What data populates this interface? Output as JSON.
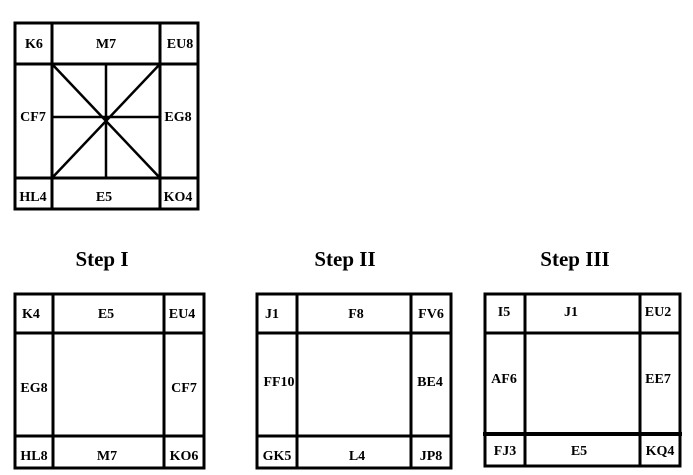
{
  "puzzle": {
    "initial": {
      "cells": {
        "top_left": "K6",
        "top_middle": "M7",
        "top_right": "EU8",
        "middle_left": "CF7",
        "middle_right": "EG8",
        "bottom_left": "HL4",
        "bottom_middle": "E5",
        "bottom_right": "KO4"
      }
    },
    "steps": [
      {
        "title": "Step I",
        "cells": {
          "top_left": "K4",
          "top_middle": "E5",
          "top_right": "EU4",
          "middle_left": "EG8",
          "middle_right": "CF7",
          "bottom_left": "HL8",
          "bottom_middle": "M7",
          "bottom_right": "KO6"
        }
      },
      {
        "title": "Step II",
        "cells": {
          "top_left": "J1",
          "top_middle": "F8",
          "top_right": "FV6",
          "middle_left": "FF10",
          "middle_right": "BE4",
          "bottom_left": "GK5",
          "bottom_middle": "L4",
          "bottom_right": "JP8"
        }
      },
      {
        "title": "Step III",
        "cells": {
          "top_left": "I5",
          "top_middle": "J1",
          "top_right": "EU2",
          "middle_left": "AF6",
          "middle_right": "EE7",
          "bottom_left": "FJ3",
          "bottom_middle": "E5",
          "bottom_right": "KQ4"
        }
      }
    ]
  }
}
